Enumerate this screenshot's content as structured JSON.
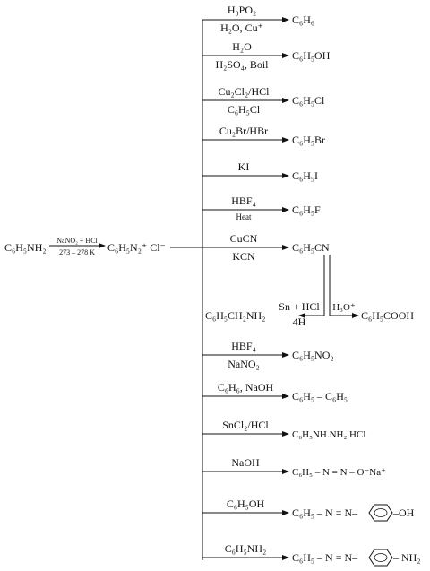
{
  "start": {
    "reactant": "C₆H₅NH₂",
    "condition_top": "NaNO₂ + HCl",
    "condition_bottom": "273 – 278 K",
    "diazonium": "C₆H₅N₂⁺ Cl⁻"
  },
  "reactions": [
    {
      "top": "H₃PO₂",
      "bottom": "H₂O, Cu⁺",
      "product": "C₆H₆"
    },
    {
      "top": "H₂O",
      "bottom": "H₂SO₄, Boil",
      "product": "C₆H₅OH"
    },
    {
      "top": "Cu₂Cl₂/HCl",
      "bottom": "C₆H₅Cl",
      "product": "C₆H₅Cl"
    },
    {
      "top": "Cu₂Br/HBr",
      "bottom": "",
      "product": "C₆H₅Br"
    },
    {
      "top": "KI",
      "bottom": "",
      "product": "C₆H₅I"
    },
    {
      "top": "HBF₄",
      "bottom": "Heat",
      "product": "C₆H₅F"
    },
    {
      "top": "CuCN",
      "bottom": "KCN",
      "product": "C₆H₅CN"
    },
    {
      "top": "HBF₄",
      "bottom": "NaNO₂",
      "product": "C₆H₅NO₂"
    },
    {
      "top": "C₆H₆, NaOH",
      "bottom": "",
      "product": "C₆H₅ – C₆H₅"
    },
    {
      "top": "SnCl₂/HCl",
      "bottom": "",
      "product": "C₆H₅NH.NH₂.HCl"
    },
    {
      "top": "NaOH",
      "bottom": "",
      "product": "C₆H₅ – N = N – O⁻Na⁺"
    },
    {
      "top": "C₆H₅OH",
      "bottom": "",
      "product": "C₆H₅ – N = N–",
      "ring_suffix": "–OH"
    },
    {
      "top": "C₆H₅NH₂",
      "bottom": "",
      "product": "C₆H₅ – N = N–",
      "ring_suffix": "– NH₂"
    }
  ],
  "nitrile_branch": {
    "reduction_top": "Sn + HCl",
    "reduction_bottom": "4H",
    "amine_product": "C₆H₅CH₂NH₂",
    "hydrolysis_reagent": "H₃O⁺",
    "acid_product": "C₆H₅COOH"
  }
}
